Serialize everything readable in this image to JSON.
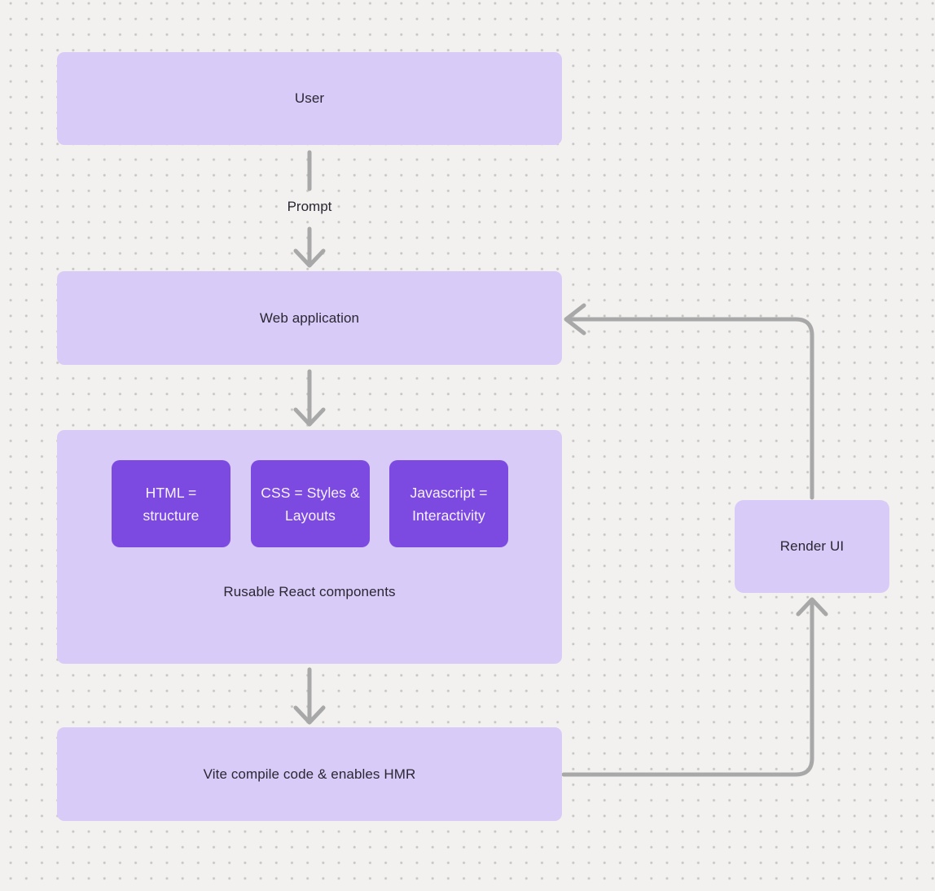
{
  "app": {
    "type": "flowchart-diagram"
  },
  "theme": {
    "background": "#f2f1ef",
    "dot_grid": "#c9c6c2",
    "node_light": "#d8cbf7",
    "node_dark": "#7d4ae1",
    "text_dark": "#2a2733",
    "text_light": "#f6f3fe",
    "connector": "#a8a8a8"
  },
  "diagram": {
    "nodes": [
      {
        "id": "user",
        "label": "User"
      },
      {
        "id": "web-application",
        "label": "Web application"
      },
      {
        "id": "react-components",
        "label": "Rusable React components",
        "children": [
          {
            "id": "html",
            "label": "HTML = structure"
          },
          {
            "id": "css",
            "label": "CSS = Styles & Layouts"
          },
          {
            "id": "javascript",
            "label": "Javascript = Interactivity"
          }
        ]
      },
      {
        "id": "vite",
        "label": "Vite compile code & enables HMR"
      },
      {
        "id": "render-ui",
        "label": "Render UI"
      }
    ],
    "edges": [
      {
        "from": "user",
        "to": "web-application",
        "label": "Prompt"
      },
      {
        "from": "web-application",
        "to": "react-components",
        "label": ""
      },
      {
        "from": "react-components",
        "to": "vite",
        "label": ""
      },
      {
        "from": "vite",
        "to": "render-ui",
        "label": ""
      },
      {
        "from": "render-ui",
        "to": "web-application",
        "label": ""
      }
    ]
  }
}
